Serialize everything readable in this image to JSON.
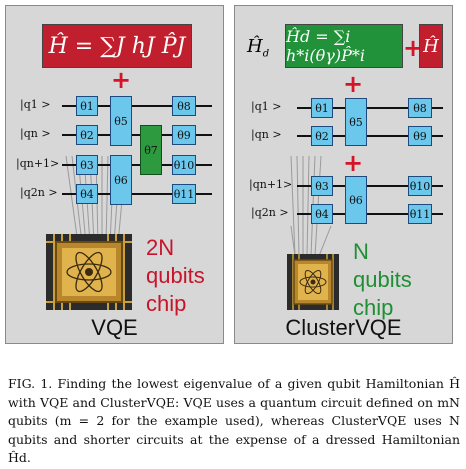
{
  "left_panel": {
    "hamiltonian": "Ĥ = ∑J hJ P̂J",
    "plus": "+",
    "qubits": [
      "|q1 >",
      "|qn >",
      "|qn+1>",
      "|q2n >"
    ],
    "gates": [
      "θ1",
      "θ2",
      "θ3",
      "θ4",
      "θ5",
      "θ6",
      "θ7",
      "θ8",
      "θ9",
      "θ10",
      "θ11"
    ],
    "chip_text": "2N\nqubits\nchip",
    "title": "VQE"
  },
  "right_panel": {
    "dressed_hamiltonian": "Ĥd = ∑i h*i(θγ)P̂*i",
    "plus_top": "+",
    "h_box": "Ĥ",
    "plus_1": "+",
    "plus_2": "+",
    "qubits": [
      "|q1 >",
      "|qn >",
      "|qn+1>",
      "|q2n >"
    ],
    "gates": [
      "θ1",
      "θ2",
      "θ5",
      "θ8",
      "θ9",
      "θ3",
      "θ4",
      "θ6",
      "θ10",
      "θ11"
    ],
    "chip_text": "N\nqubits\nchip",
    "title": "ClusterVQE"
  },
  "caption": "FIG. 1.   Finding the lowest eigenvalue of a given qubit Hamiltonian Ĥ with VQE and ClusterVQE: VQE uses a quantum circuit defined on mN qubits (m = 2 for the example used), whereas ClusterVQE uses N qubits and shorter circuits at the expense of a dressed Hamiltonian Ĥd.",
  "colors": {
    "red": "#c11f2e",
    "green": "#21913a",
    "gate_blue": "#6cc7ec",
    "panel_bg": "#d7d7d7",
    "plus_red": "#d5142a",
    "chip_text_red": "#c8142a",
    "chip_text_green": "#1f8f35"
  }
}
